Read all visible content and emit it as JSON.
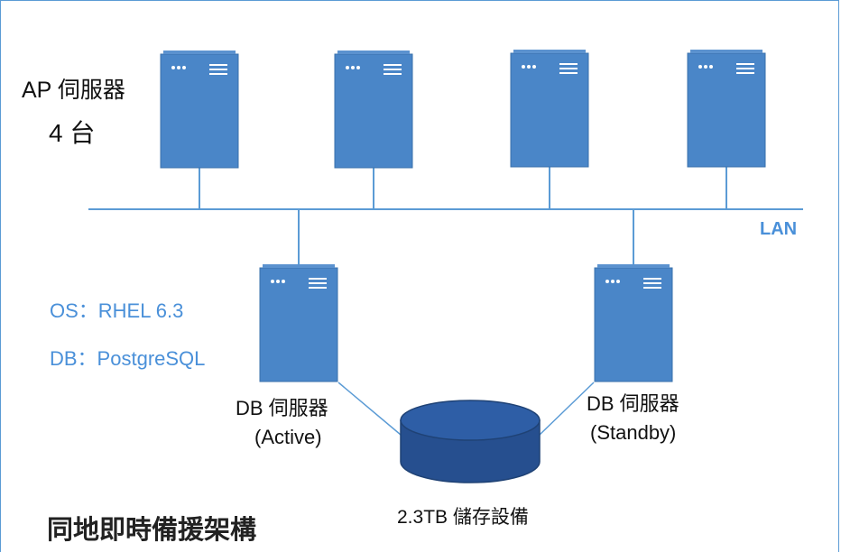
{
  "ap_servers": {
    "label": "AP 伺服器",
    "count_label": "4 台"
  },
  "network": {
    "label": "LAN"
  },
  "db_info": {
    "os": "OS：RHEL 6.3",
    "db": "DB：PostgreSQL"
  },
  "db_active": {
    "label": "DB 伺服器",
    "role": "(Active)"
  },
  "db_standby": {
    "label": "DB 伺服器",
    "role": "(Standby)"
  },
  "storage": {
    "label": "2.3TB 儲存設備"
  },
  "diagram_title": "同地即時備援架構",
  "colors": {
    "server_fill": "#4a86c8",
    "server_stroke": "#3a70ab",
    "storage_fill": "#264f8f",
    "storage_top": "#2e5ea6",
    "line": "#5b9bd5",
    "info_text": "#4a90d9"
  }
}
